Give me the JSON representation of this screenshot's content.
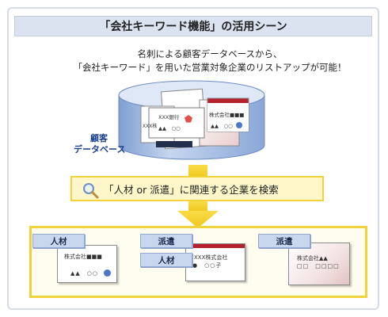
{
  "title": "「会社キーワード機能」の活用シーン",
  "intro": {
    "line1": "名刺による顧客データベースから、",
    "line2": "「会社キーワード」を用いた営業対象企業のリストアップが可能！"
  },
  "database": {
    "label_line1": "顧客",
    "label_line2": "データベース",
    "cards": [
      {
        "name": "XXX銀行",
        "line": "▲▲　○○"
      },
      {
        "name": "株式会社■■■",
        "line": "▲▲　○○"
      },
      {
        "name": "XXX株",
        "line": ""
      }
    ]
  },
  "search": {
    "text": "「人材 or 派遣」に関連する企業を検索",
    "icon": "magnifier-icon"
  },
  "results": [
    {
      "tag": "人材",
      "company": "株式会社■■■",
      "line": "▲▲　○○"
    },
    {
      "tags": [
        "派遣",
        "人材"
      ],
      "company": "XXX株式会社",
      "line": "●　○○子"
    },
    {
      "tag": "派遣",
      "company": "株式会社▲▲",
      "line": "□□　□□□□"
    }
  ],
  "colors": {
    "accent_yellow": "#f2d23a",
    "band_fill": "#fff7c9",
    "cylinder_blue": "#9eb8df",
    "tag_blue": "#c9d7ee",
    "marker_blue": "#4a78c6",
    "marker_red": "#e2504a",
    "stripe_red": "#b5222e",
    "stripe_navy": "#22304d"
  }
}
